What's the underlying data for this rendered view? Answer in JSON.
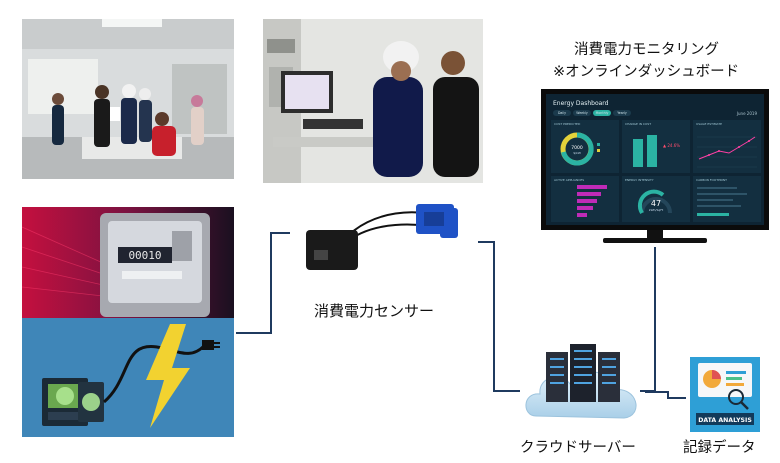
{
  "monitor_title": {
    "line1": "消費電力モニタリング",
    "line2": "※オンラインダッシュボード"
  },
  "dashboard": {
    "title": "Energy Dashboard",
    "date": "June 2019",
    "tabs": [
      "Daily",
      "Weekly",
      "Monthly",
      "Yearly"
    ],
    "panels": {
      "cost_predicted": "COST PREDICTED",
      "change_in_cost": "CHANGE IN COST",
      "usage_estimate": "USAGE ESTIMATE",
      "active_appliances": "ACTIVE APPLIANCES",
      "energy_intensity": "ENERGY INTENSITY",
      "carbon_footprint": "CARBON FOOTPRINT"
    },
    "cost_value": "7000",
    "cost_unit": "$/kW",
    "change_value": "▲ 24.6%",
    "intensity_value": "47",
    "intensity_unit": "kWh/SqFt"
  },
  "sensor_label": "消費電力センサー",
  "cloud_label": "クラウドサーバー",
  "records_label": "記録データ",
  "data_analysis_badge": "DATA ANALYSIS",
  "meter_digits": "00010",
  "colors": {
    "line": "#1f3a5f",
    "dashboard_bg": "#0e2433",
    "teal": "#2bb3a3",
    "magenta": "#c02bb8",
    "appliance_bg": "#3f86b8",
    "lightning": "#f2d230"
  }
}
